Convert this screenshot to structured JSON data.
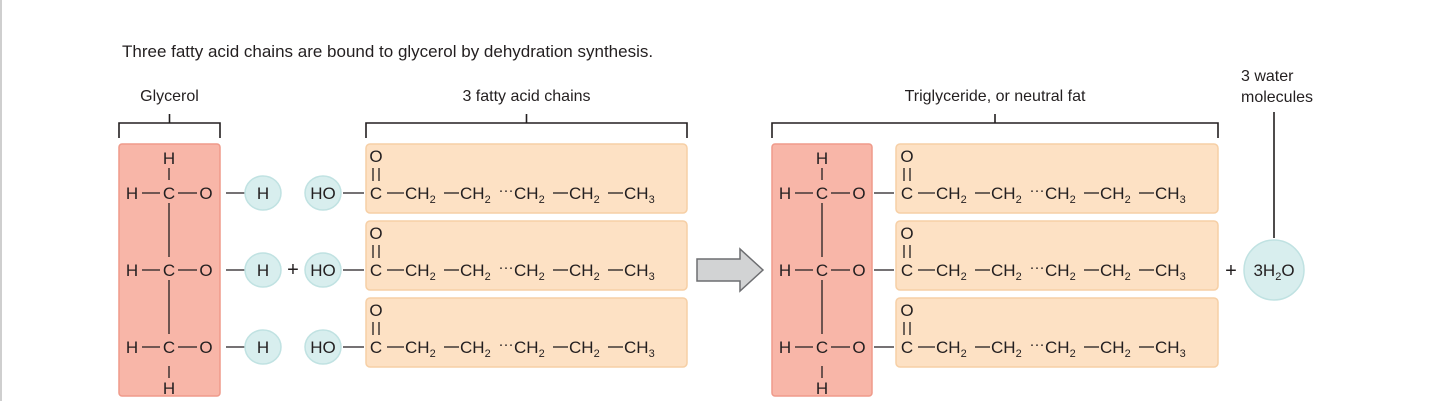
{
  "caption": "Three fatty acid chains are bound to glycerol by dehydration synthesis.",
  "labels": {
    "glycerol": "Glycerol",
    "fatty_acids": "3 fatty acid chains",
    "triglyceride": "Triglyceride, or neutral fat",
    "water_line1": "3 water",
    "water_line2": "molecules"
  },
  "glycerol": {
    "top_h": "H",
    "bottom_h": "H",
    "row_h": "H",
    "carbon": "C",
    "oxygen": "O"
  },
  "hydrogen_circle": "H",
  "hydroxyl_circle": "HO",
  "plus": "+",
  "chain": {
    "carbonyl_o": "O",
    "carbon": "C",
    "ch2": "CH",
    "ch3": "CH",
    "sub2": "2",
    "sub3": "3",
    "dots": "···"
  },
  "water": {
    "coef": "3H",
    "sub": "2",
    "o": "O"
  },
  "colors": {
    "glycerol_fill": "#f8b6a8",
    "glycerol_stroke": "#ef9a8a",
    "chain_fill": "#fde1c4",
    "chain_stroke": "#f6cfa5",
    "circle_fill": "#d8eeee",
    "circle_stroke": "#c0e2e2",
    "arrow_fill": "#d2d3d4",
    "arrow_stroke": "#6d6e71"
  }
}
